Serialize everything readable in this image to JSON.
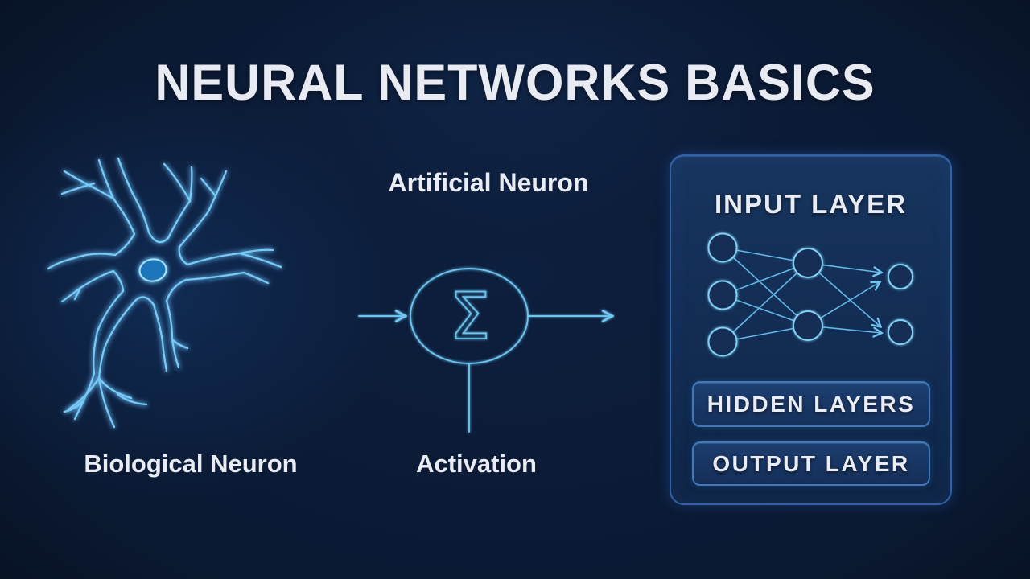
{
  "title": "NEURAL NETWORKS BASICS",
  "sections": {
    "biological": {
      "caption": "Biological Neuron"
    },
    "artificial": {
      "heading": "Artificial Neuron",
      "caption": "Activation",
      "summation_symbol": "Σ"
    },
    "network_panel": {
      "heading": "INPUT LAYER",
      "buttons": [
        {
          "label": "HIDDEN LAYERS"
        },
        {
          "label": "OUTPUT LAYER"
        }
      ],
      "structure": {
        "input_nodes": 3,
        "hidden_nodes": 2,
        "output_nodes": 2,
        "input_to_hidden_edges": 6,
        "hidden_to_output_edges": 4
      }
    }
  },
  "colors": {
    "background": "#0a1830",
    "accent_line": "#6fc8f2",
    "glow": "#1f6fd0",
    "panel_border": "#2f62a8",
    "panel_fill_top": "#17355f",
    "panel_fill_bottom": "#0e2444",
    "pill_border": "#3d79bb",
    "nucleus_fill": "#1e76bb",
    "text": "#e9edf3"
  }
}
